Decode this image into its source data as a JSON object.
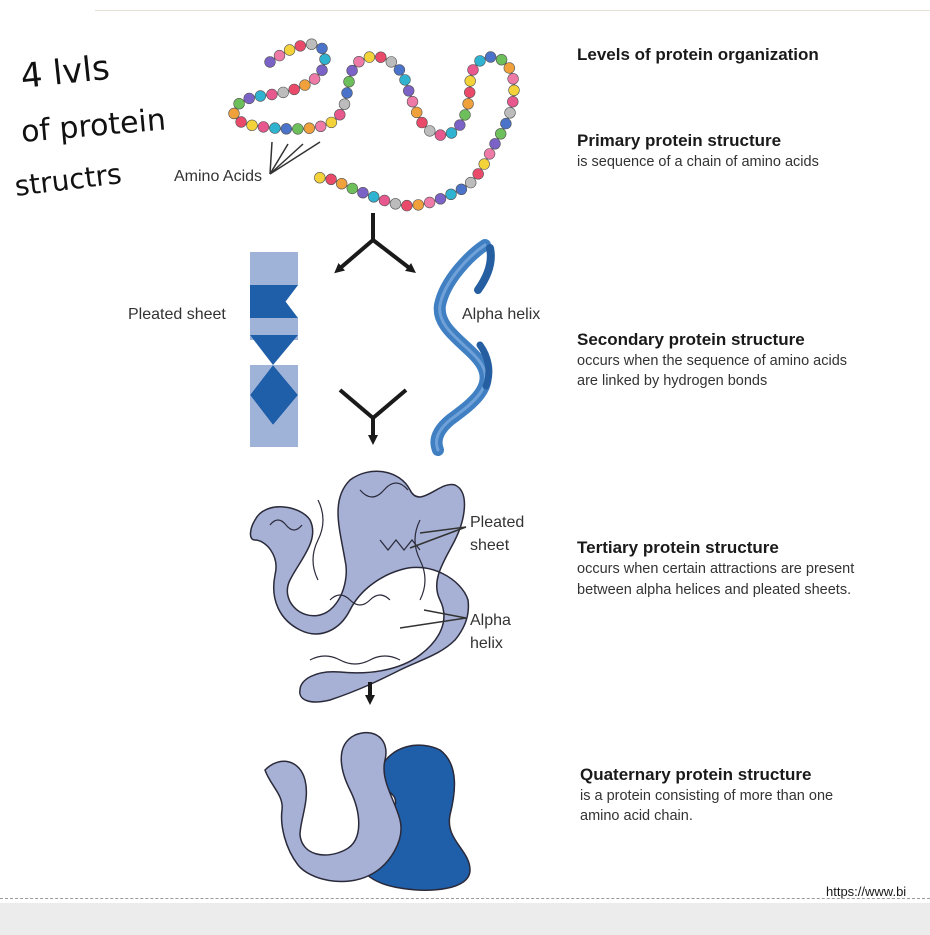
{
  "handwriting": {
    "line1": "4 lvls",
    "line2": "of protein",
    "line3": "structrs"
  },
  "labels": {
    "amino_acids": "Amino Acids",
    "pleated_sheet_left": "Pleated sheet",
    "alpha_helix_right": "Alpha helix",
    "tertiary_pleated_line1": "Pleated",
    "tertiary_pleated_line2": "sheet",
    "tertiary_alpha_line1": "Alpha",
    "tertiary_alpha_line2": "helix"
  },
  "descriptions": {
    "main_title": "Levels of protein organization",
    "primary": {
      "title": "Primary protein structure",
      "lines": [
        "is sequence of a chain of amino acids"
      ]
    },
    "secondary": {
      "title": "Secondary protein structure",
      "lines": [
        "occurs when the sequence of amino acids",
        "are linked by hydrogen bonds"
      ]
    },
    "tertiary": {
      "title": "Tertiary protein structure",
      "lines": [
        "occurs when certain attractions are present",
        "between alpha helices and pleated sheets."
      ]
    },
    "quaternary": {
      "title": "Quaternary protein structure",
      "lines": [
        "is a protein consisting of more than one",
        "amino acid chain."
      ]
    }
  },
  "url": "https://www.bi",
  "colors": {
    "light_blue": "#9fb3d9",
    "dark_blue": "#1f5ea8",
    "protein_fill": "#a7b1d6",
    "protein_outline": "#2a2a3a",
    "bead_palette": [
      "#7b62c7",
      "#e94a6a",
      "#2fb3d1",
      "#f0a13c",
      "#e7588f",
      "#6cbf5a",
      "#f3d23a",
      "#4b73c9",
      "#ee7aa7",
      "#bcbcbc"
    ]
  }
}
